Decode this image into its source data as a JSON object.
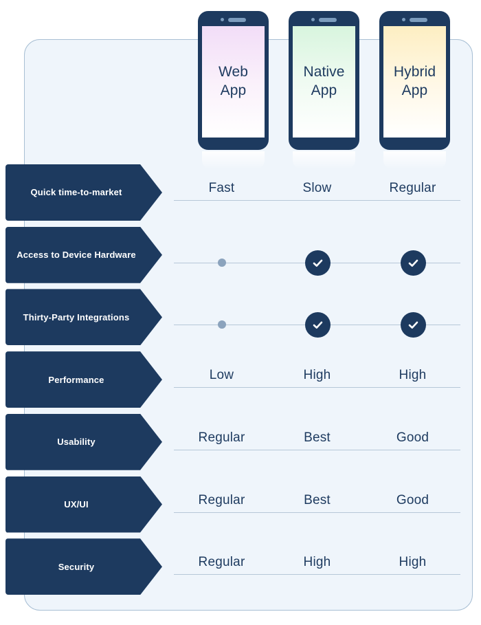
{
  "theme": {
    "navy": "#1d3a5f",
    "panel_bg": "#eff5fb",
    "panel_border": "#a8bfd4",
    "divider": "#b6c7d8",
    "dot": "#8ba3bd",
    "page_bg": "#ffffff"
  },
  "columns": [
    {
      "id": "web",
      "line1": "Web",
      "line2": "App",
      "screen_tint": "#f2ddf7"
    },
    {
      "id": "native",
      "line1": "Native",
      "line2": "App",
      "screen_tint": "#d8f5de"
    },
    {
      "id": "hybrid",
      "line1": "Hybrid",
      "line2": "App",
      "screen_tint": "#fdeec2"
    }
  ],
  "icons": {
    "camera": "camera-dot-icon",
    "speaker": "speaker-grille-icon",
    "check": "check-circle-icon",
    "dot": "unsupported-dot-icon"
  },
  "chart_data": {
    "type": "table",
    "title": "",
    "columns": [
      "Web App",
      "Native App",
      "Hybrid App"
    ],
    "row_labels": [
      "Quick time-to-market",
      "Access to Device Hardware",
      "Thirty-Party Integrations",
      "Performance",
      "Usability",
      "UX/UI",
      "Security"
    ],
    "rows": [
      {
        "label": "Quick time-to-market",
        "kind": "text",
        "cells": [
          {
            "type": "text",
            "value": "Fast"
          },
          {
            "type": "text",
            "value": "Slow"
          },
          {
            "type": "text",
            "value": "Regular"
          }
        ]
      },
      {
        "label": "Access to Device Hardware",
        "kind": "icon",
        "cells": [
          {
            "type": "dot",
            "value": "no"
          },
          {
            "type": "check",
            "value": "yes"
          },
          {
            "type": "check",
            "value": "yes"
          }
        ]
      },
      {
        "label": "Thirty-Party Integrations",
        "kind": "icon",
        "cells": [
          {
            "type": "dot",
            "value": "no"
          },
          {
            "type": "check",
            "value": "yes"
          },
          {
            "type": "check",
            "value": "yes"
          }
        ]
      },
      {
        "label": "Performance",
        "kind": "text",
        "cells": [
          {
            "type": "text",
            "value": "Low"
          },
          {
            "type": "text",
            "value": "High"
          },
          {
            "type": "text",
            "value": "High"
          }
        ]
      },
      {
        "label": "Usability",
        "kind": "text",
        "cells": [
          {
            "type": "text",
            "value": "Regular"
          },
          {
            "type": "text",
            "value": "Best"
          },
          {
            "type": "text",
            "value": "Good"
          }
        ]
      },
      {
        "label": "UX/UI",
        "kind": "text",
        "cells": [
          {
            "type": "text",
            "value": "Regular"
          },
          {
            "type": "text",
            "value": "Best"
          },
          {
            "type": "text",
            "value": "Good"
          }
        ]
      },
      {
        "label": "Security",
        "kind": "text",
        "cells": [
          {
            "type": "text",
            "value": "Regular"
          },
          {
            "type": "text",
            "value": "High"
          },
          {
            "type": "text",
            "value": "High"
          }
        ]
      }
    ]
  }
}
